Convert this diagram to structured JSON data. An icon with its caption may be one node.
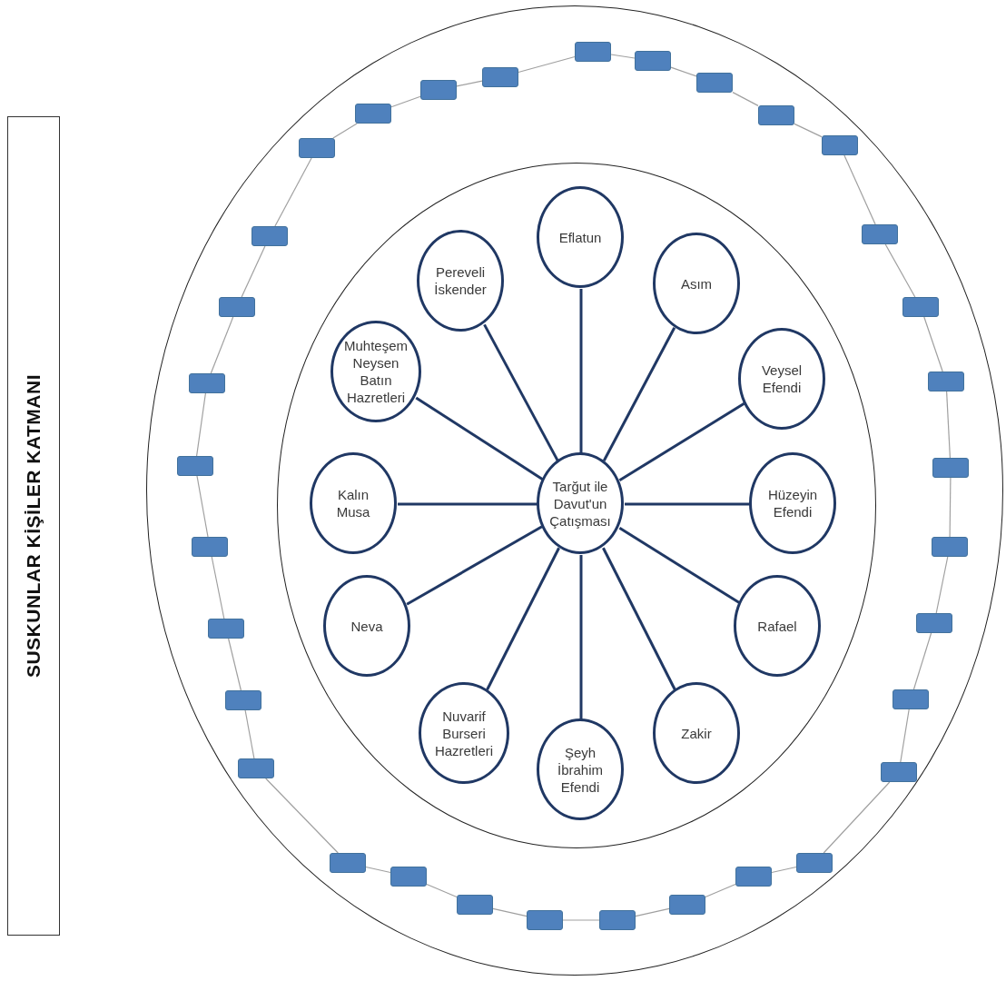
{
  "diagram": {
    "nodes": [
      {
        "text": [
          "SUSKUNLAR KİŞİLER KATMANI"
        ]
      },
      {
        "text": [],
        "shape": "ellipse"
      },
      {
        "text": [],
        "shape": "ellipse",
        "in": 1
      },
      {
        "text": [
          "Tarğut ile Davut'un Çatışması"
        ],
        "in": 2
      },
      {
        "text": [
          "Eflatun"
        ],
        "in": 2
      },
      {
        "text": [
          "Asım"
        ],
        "in": 2
      },
      {
        "text": [
          "Veysel Efendi"
        ],
        "in": 2
      },
      {
        "text": [
          "Hüzeyin Efendi"
        ],
        "in": 2
      },
      {
        "text": [
          "Rafael"
        ],
        "in": 2
      },
      {
        "text": [
          "Zakir"
        ],
        "in": 2
      },
      {
        "text": [
          "Şeyh İbrahim Efendi"
        ],
        "in": 2
      },
      {
        "text": [
          "Nuvarif Burseri Hazretleri"
        ],
        "in": 2
      },
      {
        "text": [
          "Neva"
        ],
        "in": 2
      },
      {
        "text": [
          "Kalın Musa"
        ],
        "in": 2
      },
      {
        "text": [
          "Muhteşem Neysen Batın Hazretleri"
        ],
        "in": 2
      },
      {
        "text": [
          "Pereveli İskender"
        ],
        "in": 2
      },
      {
        "text": [],
        "shape": "box",
        "in": 1
      },
      {
        "text": [],
        "shape": "box",
        "in": 1
      },
      {
        "text": [],
        "shape": "box",
        "in": 1
      },
      {
        "text": [],
        "shape": "box",
        "in": 1
      },
      {
        "text": [],
        "shape": "box",
        "in": 1
      },
      {
        "text": [],
        "shape": "box",
        "in": 1
      },
      {
        "text": [],
        "shape": "box",
        "in": 1
      },
      {
        "text": [],
        "shape": "box",
        "in": 1
      },
      {
        "text": [],
        "shape": "box",
        "in": 1
      },
      {
        "text": [],
        "shape": "box",
        "in": 1
      },
      {
        "text": [],
        "shape": "box",
        "in": 1
      },
      {
        "text": [],
        "shape": "box",
        "in": 1
      },
      {
        "text": [],
        "shape": "box",
        "in": 1
      },
      {
        "text": [],
        "shape": "box",
        "in": 1
      },
      {
        "text": [],
        "shape": "box",
        "in": 1
      },
      {
        "text": [],
        "shape": "box",
        "in": 1
      },
      {
        "text": [],
        "shape": "box",
        "in": 1
      },
      {
        "text": [],
        "shape": "box",
        "in": 1
      },
      {
        "text": [],
        "shape": "box",
        "in": 1
      },
      {
        "text": [],
        "shape": "box",
        "in": 1
      },
      {
        "text": [],
        "shape": "box",
        "in": 1
      },
      {
        "text": [],
        "shape": "box",
        "in": 1
      },
      {
        "text": [],
        "shape": "box",
        "in": 1
      },
      {
        "text": [],
        "shape": "box",
        "in": 1
      },
      {
        "text": [],
        "shape": "box",
        "in": 1
      },
      {
        "text": [],
        "shape": "box",
        "in": 1
      },
      {
        "text": [],
        "shape": "box",
        "in": 1
      },
      {
        "text": [],
        "shape": "box",
        "in": 1
      },
      {
        "text": [],
        "shape": "box",
        "in": 1
      },
      {
        "text": [],
        "shape": "box",
        "in": 1
      },
      {
        "text": [],
        "shape": "box",
        "in": 1
      },
      {
        "text": [],
        "shape": "box",
        "in": 1
      },
      {
        "text": [],
        "shape": "box",
        "in": 1
      }
    ],
    "edges": [
      {
        "from": 3,
        "to": 4,
        "arrow": "none",
        "style": "thick",
        "color": "#203864"
      },
      {
        "from": 3,
        "to": 5,
        "arrow": "none",
        "style": "thick",
        "color": "#203864"
      },
      {
        "from": 3,
        "to": 6,
        "arrow": "none",
        "style": "thick",
        "color": "#203864"
      },
      {
        "from": 3,
        "to": 7,
        "arrow": "none",
        "style": "thick",
        "color": "#203864"
      },
      {
        "from": 3,
        "to": 8,
        "arrow": "none",
        "style": "thick",
        "color": "#203864"
      },
      {
        "from": 3,
        "to": 9,
        "arrow": "none",
        "style": "thick",
        "color": "#203864"
      },
      {
        "from": 3,
        "to": 10,
        "arrow": "none",
        "style": "thick",
        "color": "#203864"
      },
      {
        "from": 3,
        "to": 11,
        "arrow": "none",
        "style": "thick",
        "color": "#203864"
      },
      {
        "from": 3,
        "to": 12,
        "arrow": "none",
        "style": "thick",
        "color": "#203864"
      },
      {
        "from": 3,
        "to": 13,
        "arrow": "none",
        "style": "thick",
        "color": "#203864"
      },
      {
        "from": 3,
        "to": 14,
        "arrow": "none",
        "style": "thick",
        "color": "#203864"
      },
      {
        "from": 3,
        "to": 15,
        "arrow": "none",
        "style": "thick",
        "color": "#203864"
      },
      {
        "from": 16,
        "to": 17,
        "arrow": "none"
      },
      {
        "from": 17,
        "to": 18,
        "arrow": "none"
      },
      {
        "from": 18,
        "to": 19,
        "arrow": "none"
      },
      {
        "from": 19,
        "to": 20,
        "arrow": "none"
      },
      {
        "from": 20,
        "to": 21,
        "arrow": "none"
      },
      {
        "from": 21,
        "to": 22,
        "arrow": "none"
      },
      {
        "from": 22,
        "to": 23,
        "arrow": "none"
      },
      {
        "from": 23,
        "to": 24,
        "arrow": "none"
      },
      {
        "from": 24,
        "to": 25,
        "arrow": "none"
      },
      {
        "from": 25,
        "to": 26,
        "arrow": "none"
      },
      {
        "from": 26,
        "to": 27,
        "arrow": "none"
      },
      {
        "from": 27,
        "to": 28,
        "arrow": "none"
      },
      {
        "from": 28,
        "to": 29,
        "arrow": "none"
      },
      {
        "from": 29,
        "to": 30,
        "arrow": "none"
      },
      {
        "from": 30,
        "to": 31,
        "arrow": "none"
      },
      {
        "from": 31,
        "to": 32,
        "arrow": "none"
      },
      {
        "from": 32,
        "to": 33,
        "arrow": "none"
      },
      {
        "from": 33,
        "to": 34,
        "arrow": "none"
      },
      {
        "from": 34,
        "to": 35,
        "arrow": "none"
      },
      {
        "from": 35,
        "to": 36,
        "arrow": "none"
      },
      {
        "from": 36,
        "to": 37,
        "arrow": "none"
      },
      {
        "from": 37,
        "to": 38,
        "arrow": "none"
      },
      {
        "from": 38,
        "to": 39,
        "arrow": "none"
      },
      {
        "from": 39,
        "to": 40,
        "arrow": "none"
      },
      {
        "from": 40,
        "to": 41,
        "arrow": "none"
      },
      {
        "from": 41,
        "to": 42,
        "arrow": "none"
      },
      {
        "from": 42,
        "to": 43,
        "arrow": "none"
      },
      {
        "from": 43,
        "to": 44,
        "arrow": "none"
      },
      {
        "from": 44,
        "to": 45,
        "arrow": "none"
      },
      {
        "from": 45,
        "to": 46,
        "arrow": "none"
      },
      {
        "from": 46,
        "to": 47,
        "arrow": "none"
      },
      {
        "from": 47,
        "to": 48,
        "arrow": "none"
      },
      {
        "from": 48,
        "to": 16,
        "arrow": "none"
      }
    ]
  }
}
